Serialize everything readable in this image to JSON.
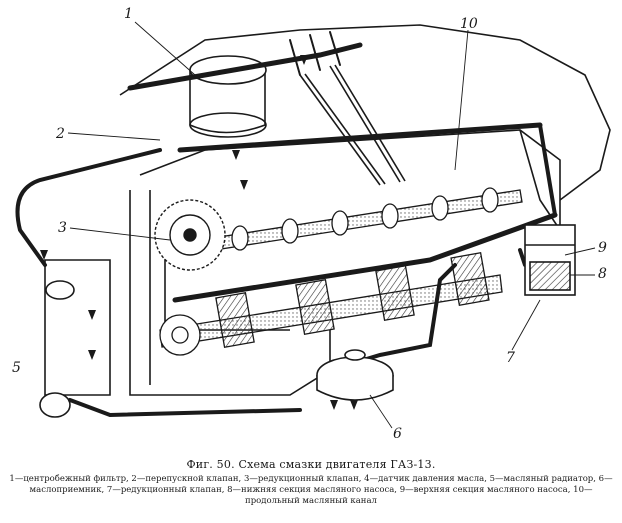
{
  "figure": {
    "caption": "Фиг. 50. Схема смазки двигателя ГАЗ-13.",
    "legend_line1": "1—центробежный фильтр, 2—перепускной клапан, 3—редукционный клапан, 4—датчик давления масла, 5—масляный радиатор, 6—маслоприемник, 7—редукционный клапан, 8—нижняя секция масляного насоса, 9—верхняя секция масляного насоса,",
    "legend_line2": "10—продольный масляный канал"
  },
  "callouts": {
    "n1": "1",
    "n2": "2",
    "n3": "3",
    "n5": "5",
    "n6": "6",
    "n7": "7",
    "n8": "8",
    "n9": "9",
    "n10": "10"
  },
  "colors": {
    "ink": "#1a1a1a",
    "paper": "#ffffff"
  }
}
